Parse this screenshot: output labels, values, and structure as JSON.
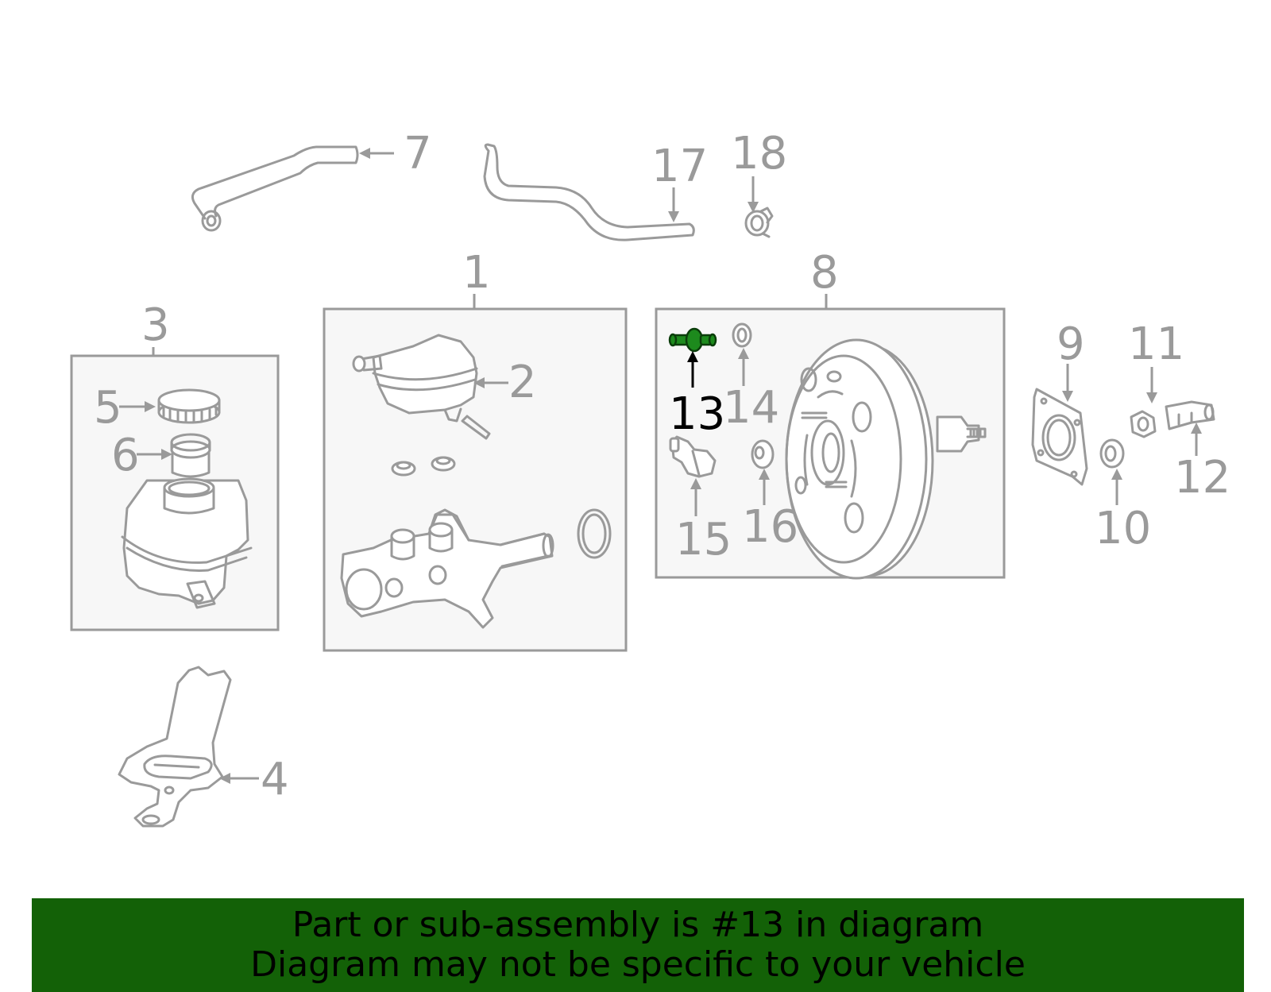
{
  "diagram": {
    "callouts": {
      "c1": "1",
      "c2": "2",
      "c3": "3",
      "c4": "4",
      "c5": "5",
      "c6": "6",
      "c7": "7",
      "c8": "8",
      "c9": "9",
      "c10": "10",
      "c11": "11",
      "c12": "12",
      "c13": "13",
      "c14": "14",
      "c15": "15",
      "c16": "16",
      "c17": "17",
      "c18": "18"
    },
    "highlighted_part": "13",
    "colors": {
      "line": "#9a9a9a",
      "highlight_part": "#1d8a1d",
      "highlight_callout": "#000000",
      "banner_bg": "#136107"
    }
  },
  "banner": {
    "line1": "Part or sub-assembly is #13 in diagram",
    "line2": "Diagram may not be specific to your vehicle"
  }
}
